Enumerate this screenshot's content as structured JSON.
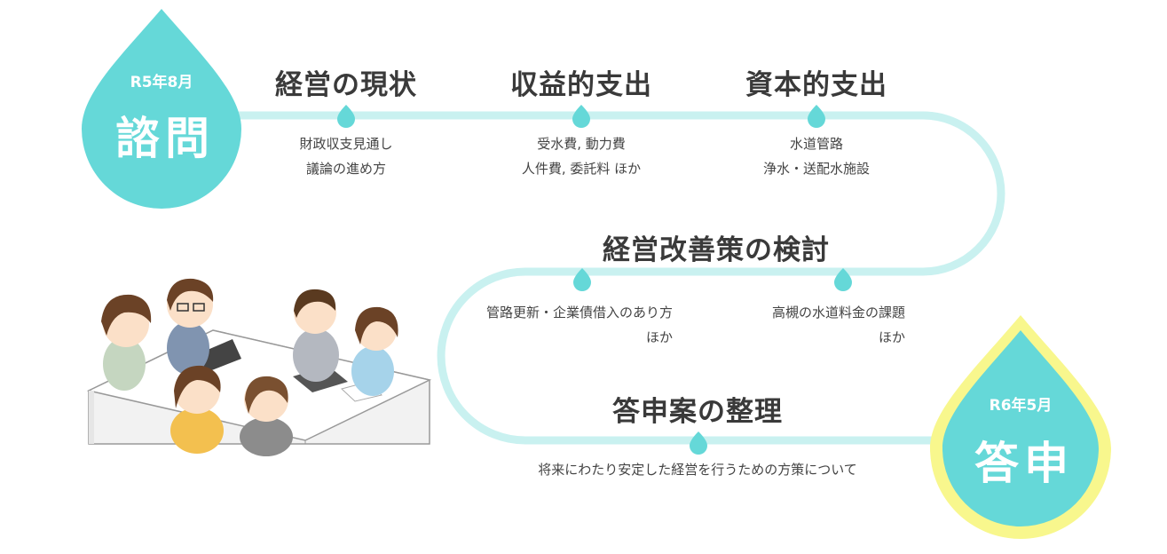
{
  "start": {
    "date": "R5年8月",
    "title": "諮問"
  },
  "end": {
    "date": "R6年5月",
    "title": "答申"
  },
  "steps": [
    {
      "title": "経営の現状",
      "lines": [
        "財政収支見通し",
        "議論の進め方"
      ]
    },
    {
      "title": "収益的支出",
      "lines": [
        "受水費, 動力費",
        "人件費, 委託料 ほか"
      ]
    },
    {
      "title": "資本的支出",
      "lines": [
        "水道管路",
        "浄水・送配水施設"
      ]
    }
  ],
  "review": {
    "title": "経営改善策の検討",
    "left_lines": [
      "管路更新・企業債借入のあり方",
      "ほか"
    ],
    "right_lines": [
      "高槻の水道料金の課題",
      "ほか"
    ]
  },
  "summary": {
    "title": "答申案の整理",
    "text": "将来にわたり安定した経営を行うための方策について"
  },
  "colors": {
    "path": "#c9f1f0",
    "drop": "#65d8d8",
    "end_halo": "#f8f78d",
    "heading": "#3a3a3a"
  },
  "illustration": {
    "icon": "meeting-people-icon"
  }
}
